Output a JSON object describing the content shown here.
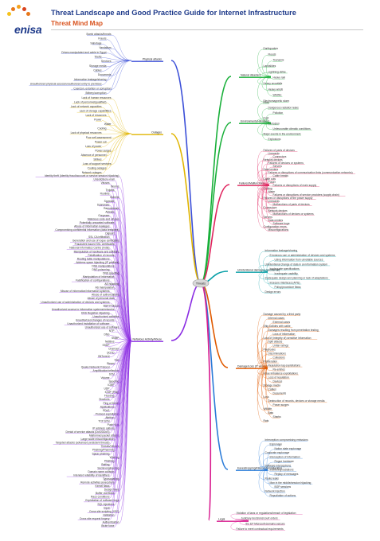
{
  "header": {
    "logo_text": "enisa",
    "title": "Threat Landscape and Good Practice Guide for Internet Infrastructure",
    "subtitle": "Threat Mind Map"
  },
  "center": {
    "label": "Threats"
  },
  "branches": [
    {
      "name": "Physical attacks",
      "side": "left",
      "color": "#3b4fd8",
      "leaves": [
        "Bomb attacks/threats",
        "Frauds",
        "Sabotage",
        "Vandalism",
        "Drives manipulated and cable in Egypt",
        "Thefts",
        "Services",
        "Storage media",
        "Cables",
        "Documents",
        "Information leakage/sharing",
        "Unauthorized physical access/unauthorized entry to premises",
        "Coercion, extortion or corruption",
        "Bribery/corruption"
      ]
    },
    {
      "name": "Outages",
      "side": "left",
      "color": "#e0b400",
      "leaves": [
        "Lack of human resources",
        "Lack of personnel(qualified)",
        "Lack of network capacities",
        "Lack of storage capabilities",
        "Lack of resources",
        "Power",
        "Water",
        "Cooling",
        "Lack of physical resources",
        "Poor self-assessment",
        "Power cut",
        "Loss of power",
        "Power surges",
        "Absence of personnel",
        "Strikes",
        "Loss of support services",
        "Cooling outages",
        "Network outages"
      ]
    },
    {
      "name": "Nefarious Activity/Abuse",
      "side": "left",
      "color": "#8a2be2",
      "leaves": [
        "Identity theft (Identity fraud/account or service session hijacking)",
        "Unsolicited e-mail",
        "Viruses",
        "Worms",
        "Trojans",
        "Rootkits",
        "Botnets",
        "Spyware",
        "Scareware",
        "Ransomware",
        "Adware",
        "Greyware",
        "Malicious code and viruses",
        "Potentially unwanted software",
        "Abuse of information leakages",
        "Compromising confidential information (data breaches)",
        "Digicert",
        "SSL CA infiltration",
        "Generation and use of rogue certificates",
        "Fraudulent issued SSL certificates",
        "National Informatics Centre (India)",
        "Manipulation of hardware and software",
        "Falsification of records",
        "Routing table manipulations",
        "Address space hijacking (IP prefixes)",
        "DNS manipulations",
        "DNS poisoning",
        "DNS spoofing",
        "Manipulation of information",
        "Falsification of configurations",
        "AS hijacking",
        "AS manipulation",
        "Misuse of information/information systems",
        "Abuse of authorizations",
        "Abuse of personal data",
        "Unauthorized use of administration of devices and systems",
        "BGP Protocol",
        "Unauthorized access to information systems/networks",
        "DNS Registrar Hijacking",
        "Unauthorized activities",
        "Unauthorized changes of records",
        "Unauthorized installation of software",
        "Unauthorized use of software",
        "NTP",
        "DNS",
        "SNMP",
        "NetBios",
        "SSDP",
        "CharGen",
        "QOTD",
        "BitTorrent",
        "Kad",
        "Steam",
        "Quake Network Protocol",
        "Amplification/reflection",
        "SYN",
        "Volume",
        "Spoofing",
        "ICMP",
        "UDP",
        "ICMP (Ping)",
        "Flooding",
        "Slowloris",
        "Ping of Death",
        "Applications",
        "SDoS",
        "Protocol exploitation",
        "Attrition",
        "TCP SYN",
        "Push+Ack",
        "IP address options",
        "Denial of service attacks (DoS/DDoS)",
        "Malformed packet attacks",
        "Large scale misconfiguration",
        "Targeted attacks (advanced persistent threats)",
        "Threats/Viruses",
        "Phishing/Pharming",
        "Spear phishing",
        "Whaling",
        "Phishing",
        "Baiting",
        "Social engineering",
        "Domain name collision",
        "Intended reliability of identifiers",
        "Typosquatting",
        "Remote activities (execution)",
        "Kernel flaws",
        "Design flaws",
        "Buffer overflows",
        "Race conditions",
        "Exploitation of software bugs",
        "SQL injections",
        "Input",
        "Cross site scripting (XSS)",
        "Validation",
        "Cross site request forgery",
        "Authentication",
        "Brute force"
      ]
    },
    {
      "name": "Natural disasters",
      "side": "right",
      "color": "#19b03a",
      "leaves": [
        "Earthquakes",
        "Floods",
        "Tsunamis",
        "Landslides",
        "Lightning strike",
        "Heavy rain",
        "Heavy snowfalls",
        "Heavy winds",
        "Wildfire",
        "Electromagnetic storm"
      ]
    },
    {
      "name": "Environmental disasters",
      "side": "right",
      "color": "#19b03a",
      "leaves": [
        "Fires",
        "Dangerous radiation leaks",
        "Pollution",
        "Dust",
        "Corrosion",
        "Unfavourable climatic conditions",
        "Major events in the environment",
        "Explosions"
      ]
    },
    {
      "name": "Failures/Malfunctions",
      "side": "right",
      "color": "#e0245e",
      "leaves": [
        "Failures of parts of devices",
        "Linecards",
        "Connectors",
        "Network devices",
        "Failures of devices or systems",
        "Servers",
        "Data centers",
        "Failures or disruptions of communication links (communication networks)",
        "Cable breaks",
        "Cable cuts",
        "Power",
        "Failures or disruptions of main supply",
        "Cooling",
        "Water",
        "Failures or disruptions of service providers (supply chain)",
        "Failures or disruptions of the power supply",
        "Linecards",
        "Malfunctions of parts of devices",
        "Connectors",
        "Network devices",
        "Malfunctions of devices or systems",
        "Servers",
        "Data centers",
        "Software bugs",
        "Configuration errors",
        "Misconfigurations"
      ]
    },
    {
      "name": "Unintentional damages (accidental)",
      "side": "right",
      "color": "#0aa0a8",
      "leaves": [
        "Information leakage/sharing",
        "Erroneous use or administration of devices and systems",
        "Using information from unreliable sources",
        "Unintentional change of data in an information system",
        "Inadequate specifications",
        "Inadequate usability",
        "Inadequate design and planning or lack of adaptations",
        "Insecure interfaces (APIs)",
        "Policy/procedure flaws",
        "Design errors"
      ]
    },
    {
      "name": "Damage/Loss (IT assets)",
      "side": "right",
      "color": "#e05a00",
      "leaves": [
        "Damage caused by a third party",
        "Internal cases",
        "External cases",
        "Ship collides with cable",
        "Damages resulting from penetration testing",
        "Loss of information",
        "Loss of (integrity of) sensitive information",
        "Split attacks",
        "Unfair ratings",
        "Playbooks",
        "Discriminations",
        "Collusions",
        "Proliferation",
        "Reputation lag exploitations",
        "Re-entries",
        "Value imbalance exploitations",
        "Loss of reputation",
        "Devices",
        "Storage media",
        "Cables",
        "Documents",
        "Loss",
        "Destruction of records, devices or storage media",
        "Power surges",
        "Wildlife",
        "Bats",
        "Sharks",
        "Rats"
      ]
    },
    {
      "name": "Eavesdropping/Interception/Hijacking",
      "side": "right",
      "color": "#2a7bd8",
      "leaves": [
        "Interception compromising emissions",
        "Espionage",
        "Nation state espionage",
        "Corporate espionage",
        "Interception of information",
        "Rogue hardware",
        "Software interceptions",
        "Interfering radiations",
        "Replay of messages",
        "Route leaks",
        "Man in the middle/session hijacking",
        "BGP sessions",
        "Network injection",
        "Repudiation of actions"
      ]
    },
    {
      "name": "Legal",
      "side": "right",
      "color": "#d81b8f",
      "leaves": [
        "Violation of laws or regulations/breach of legislation",
        "Judiciary decisions/court orders",
        "the EP Microsoft domains seizure",
        "Failure to meet contractual requirements"
      ]
    }
  ]
}
